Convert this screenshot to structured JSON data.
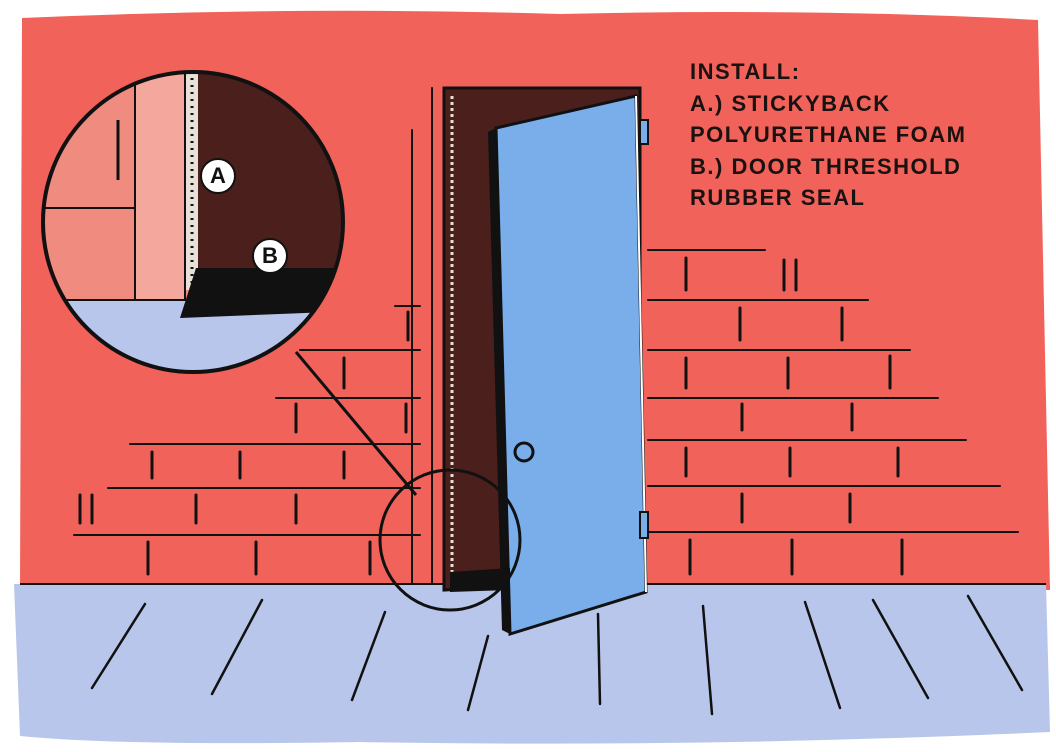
{
  "instructions": {
    "heading": "INSTALL:",
    "lines": [
      "A.) STICKYBACK",
      "POLYURETHANE FOAM",
      "B.) DOOR THRESHOLD",
      "RUBBER SEAL"
    ]
  },
  "callouts": {
    "a": "A",
    "b": "B"
  },
  "colors": {
    "wall": "#f0625a",
    "floor": "#b7c6ea",
    "door": "#79aeea",
    "door_jamb": "#4a1f1c",
    "outline": "#111111"
  }
}
